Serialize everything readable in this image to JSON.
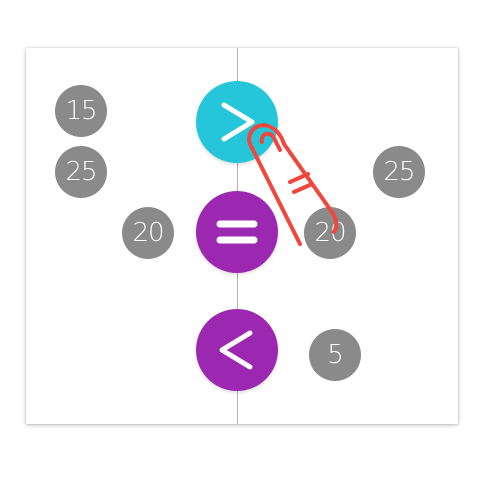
{
  "board": {
    "left_numbers": [
      "15",
      "25",
      "20"
    ],
    "right_numbers": [
      "25",
      "20",
      "5"
    ]
  },
  "operators": {
    "greater": {
      "symbol": ">",
      "color": "#26c6da",
      "selected": true
    },
    "equal": {
      "symbol": "=",
      "color": "#9c27b0"
    },
    "less": {
      "symbol": "<",
      "color": "#9c27b0"
    }
  },
  "colors": {
    "number_bubble": "#8a8a8a",
    "hand_pointer": "#f0463c",
    "divider": "#b4b4b4"
  },
  "icons": {
    "hand": "pointing-hand-icon"
  }
}
